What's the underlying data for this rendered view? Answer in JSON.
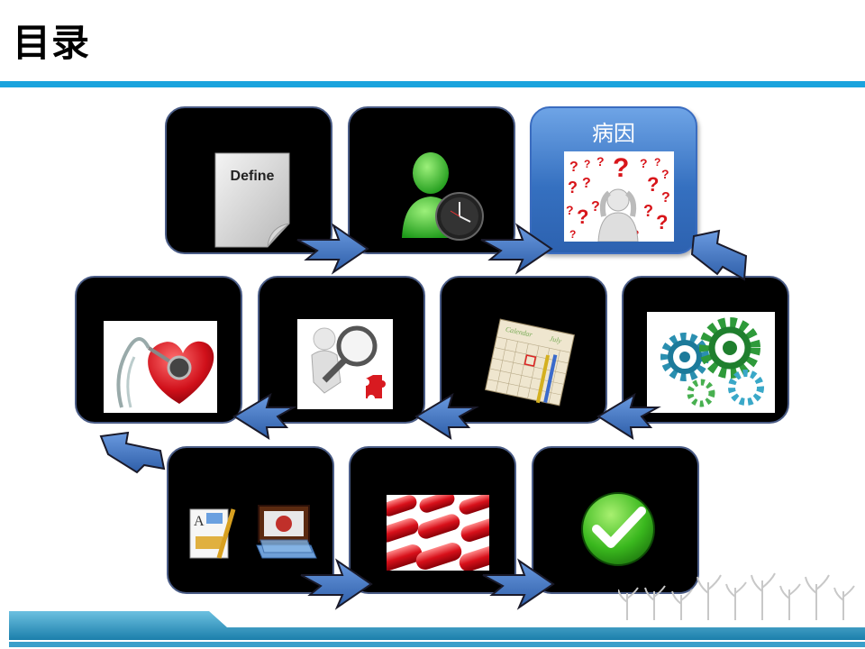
{
  "slide": {
    "title": "目录",
    "active_step_label": "病因",
    "define_doc_label": "Define",
    "calendar_header": "Calendar",
    "calendar_month": "July"
  },
  "steps": [
    {
      "icon": "define-document-icon"
    },
    {
      "icon": "person-clock-icon"
    },
    {
      "icon": "question-marks-person-icon",
      "label": "病因"
    },
    {
      "icon": "gears-icon"
    },
    {
      "icon": "calendar-icon"
    },
    {
      "icon": "magnifier-puzzle-icon"
    },
    {
      "icon": "heart-stethoscope-icon"
    },
    {
      "icon": "documents-icon"
    },
    {
      "icon": "pills-icon"
    },
    {
      "icon": "green-checkmark-icon"
    }
  ],
  "colors": {
    "accent_rule": "#1aa3dd",
    "tile_bg": "#000000",
    "tile_border": "#4a5c86",
    "active_tile": "#3570c0",
    "arrow_fill": "#4a7cc4",
    "bottom_bar": "#2b8fb8"
  }
}
